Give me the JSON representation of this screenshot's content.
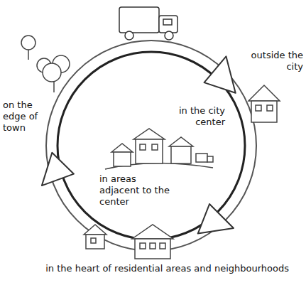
{
  "diagram": {
    "labels": [
      "outside the city",
      "on the edge of town",
      "in the city center",
      "in areas adjacent to the center",
      "in the heart of residential areas and neighbourhoods"
    ]
  }
}
